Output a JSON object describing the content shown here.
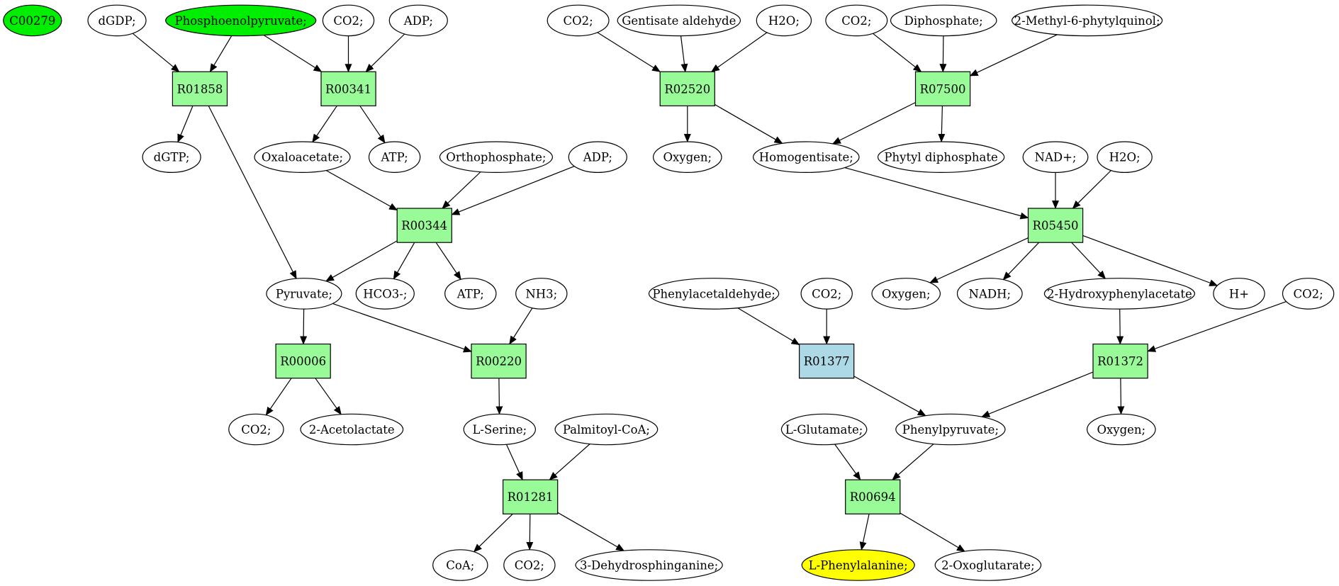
{
  "colors": {
    "compound_default": "#ffffff",
    "compound_start": "#00ee00",
    "compound_target": "#ffff00",
    "reaction_default": "#98fb98",
    "reaction_highlight": "#add8e6",
    "edge": "#000000"
  },
  "compounds": [
    {
      "id": "c_C00279",
      "label": "C00279",
      "fill": "start"
    },
    {
      "id": "c_dGDP",
      "label": "dGDP;"
    },
    {
      "id": "c_PEP",
      "label": "Phosphoenolpyruvate;",
      "fill": "start"
    },
    {
      "id": "c_CO2_a",
      "label": "CO2;"
    },
    {
      "id": "c_ADP_a",
      "label": "ADP;"
    },
    {
      "id": "c_CO2_b",
      "label": "CO2;"
    },
    {
      "id": "c_Gent",
      "label": "Gentisate aldehyde"
    },
    {
      "id": "c_H2O_a",
      "label": "H2O;"
    },
    {
      "id": "c_CO2_c",
      "label": "CO2;"
    },
    {
      "id": "c_Diph",
      "label": "Diphosphate;"
    },
    {
      "id": "c_MPQ",
      "label": "2-Methyl-6-phytylquinol;"
    },
    {
      "id": "c_dGTP",
      "label": "dGTP;"
    },
    {
      "id": "c_Oxa",
      "label": "Oxaloacetate;"
    },
    {
      "id": "c_ATP_a",
      "label": "ATP;"
    },
    {
      "id": "c_Ortho",
      "label": "Orthophosphate;"
    },
    {
      "id": "c_ADP_b",
      "label": "ADP;"
    },
    {
      "id": "c_Oxy_a",
      "label": "Oxygen;"
    },
    {
      "id": "c_Homo",
      "label": "Homogentisate;"
    },
    {
      "id": "c_Phytyl",
      "label": "Phytyl diphosphate"
    },
    {
      "id": "c_NAD",
      "label": "NAD+;"
    },
    {
      "id": "c_H2O_b",
      "label": "H2O;"
    },
    {
      "id": "c_Pyr",
      "label": "Pyruvate;"
    },
    {
      "id": "c_HCO3",
      "label": "HCO3-;"
    },
    {
      "id": "c_ATP_b",
      "label": "ATP;"
    },
    {
      "id": "c_NH3",
      "label": "NH3;"
    },
    {
      "id": "c_PAA",
      "label": "Phenylacetaldehyde;"
    },
    {
      "id": "c_CO2_d",
      "label": "CO2;"
    },
    {
      "id": "c_Oxy_b",
      "label": "Oxygen;"
    },
    {
      "id": "c_NADH",
      "label": "NADH;"
    },
    {
      "id": "c_2HPA",
      "label": "2-Hydroxyphenylacetate"
    },
    {
      "id": "c_Hplus",
      "label": "H+"
    },
    {
      "id": "c_CO2_e",
      "label": "CO2;"
    },
    {
      "id": "c_CO2_f",
      "label": "CO2;"
    },
    {
      "id": "c_Acetolac",
      "label": "2-Acetolactate"
    },
    {
      "id": "c_Ser",
      "label": "L-Serine;"
    },
    {
      "id": "c_Palm",
      "label": "Palmitoyl-CoA;"
    },
    {
      "id": "c_Glu",
      "label": "L-Glutamate;"
    },
    {
      "id": "c_PhPyr",
      "label": "Phenylpyruvate;"
    },
    {
      "id": "c_Oxy_c",
      "label": "Oxygen;"
    },
    {
      "id": "c_CoA",
      "label": "CoA;"
    },
    {
      "id": "c_CO2_g",
      "label": "CO2;"
    },
    {
      "id": "c_DHS",
      "label": "3-Dehydrosphinganine;"
    },
    {
      "id": "c_Phe",
      "label": "L-Phenylalanine;",
      "fill": "target"
    },
    {
      "id": "c_2OG",
      "label": "2-Oxoglutarate;"
    }
  ],
  "reactions": [
    {
      "id": "r_R01858",
      "label": "R01858"
    },
    {
      "id": "r_R00341",
      "label": "R00341"
    },
    {
      "id": "r_R02520",
      "label": "R02520"
    },
    {
      "id": "r_R07500",
      "label": "R07500"
    },
    {
      "id": "r_R00344",
      "label": "R00344"
    },
    {
      "id": "r_R05450",
      "label": "R05450"
    },
    {
      "id": "r_R00006",
      "label": "R00006"
    },
    {
      "id": "r_R00220",
      "label": "R00220"
    },
    {
      "id": "r_R01377",
      "label": "R01377",
      "fill": "highlight"
    },
    {
      "id": "r_R01372",
      "label": "R01372"
    },
    {
      "id": "r_R01281",
      "label": "R01281"
    },
    {
      "id": "r_R00694",
      "label": "R00694"
    }
  ],
  "edges": [
    [
      "c_dGDP",
      "r_R01858"
    ],
    [
      "c_PEP",
      "r_R01858"
    ],
    [
      "r_R01858",
      "c_dGTP"
    ],
    [
      "r_R01858",
      "c_Pyr"
    ],
    [
      "c_PEP",
      "r_R00341"
    ],
    [
      "c_CO2_a",
      "r_R00341"
    ],
    [
      "c_ADP_a",
      "r_R00341"
    ],
    [
      "r_R00341",
      "c_Oxa"
    ],
    [
      "r_R00341",
      "c_ATP_a"
    ],
    [
      "c_CO2_b",
      "r_R02520"
    ],
    [
      "c_Gent",
      "r_R02520"
    ],
    [
      "c_H2O_a",
      "r_R02520"
    ],
    [
      "r_R02520",
      "c_Oxy_a"
    ],
    [
      "r_R02520",
      "c_Homo"
    ],
    [
      "c_CO2_c",
      "r_R07500"
    ],
    [
      "c_Diph",
      "r_R07500"
    ],
    [
      "c_MPQ",
      "r_R07500"
    ],
    [
      "r_R07500",
      "c_Homo"
    ],
    [
      "r_R07500",
      "c_Phytyl"
    ],
    [
      "c_Oxa",
      "r_R00344"
    ],
    [
      "c_Ortho",
      "r_R00344"
    ],
    [
      "c_ADP_b",
      "r_R00344"
    ],
    [
      "r_R00344",
      "c_Pyr"
    ],
    [
      "r_R00344",
      "c_HCO3"
    ],
    [
      "r_R00344",
      "c_ATP_b"
    ],
    [
      "c_Homo",
      "r_R05450"
    ],
    [
      "c_NAD",
      "r_R05450"
    ],
    [
      "c_H2O_b",
      "r_R05450"
    ],
    [
      "r_R05450",
      "c_Oxy_b"
    ],
    [
      "r_R05450",
      "c_NADH"
    ],
    [
      "r_R05450",
      "c_2HPA"
    ],
    [
      "r_R05450",
      "c_Hplus"
    ],
    [
      "c_Pyr",
      "r_R00006"
    ],
    [
      "r_R00006",
      "c_CO2_f"
    ],
    [
      "r_R00006",
      "c_Acetolac"
    ],
    [
      "c_Pyr",
      "r_R00220"
    ],
    [
      "c_NH3",
      "r_R00220"
    ],
    [
      "r_R00220",
      "c_Ser"
    ],
    [
      "c_PAA",
      "r_R01377"
    ],
    [
      "c_CO2_d",
      "r_R01377"
    ],
    [
      "r_R01377",
      "c_PhPyr"
    ],
    [
      "c_2HPA",
      "r_R01372"
    ],
    [
      "c_CO2_e",
      "r_R01372"
    ],
    [
      "r_R01372",
      "c_PhPyr"
    ],
    [
      "r_R01372",
      "c_Oxy_c"
    ],
    [
      "c_Ser",
      "r_R01281"
    ],
    [
      "c_Palm",
      "r_R01281"
    ],
    [
      "r_R01281",
      "c_CoA"
    ],
    [
      "r_R01281",
      "c_CO2_g"
    ],
    [
      "r_R01281",
      "c_DHS"
    ],
    [
      "c_Glu",
      "r_R00694"
    ],
    [
      "c_PhPyr",
      "r_R00694"
    ],
    [
      "r_R00694",
      "c_Phe"
    ],
    [
      "r_R00694",
      "c_2OG"
    ]
  ]
}
